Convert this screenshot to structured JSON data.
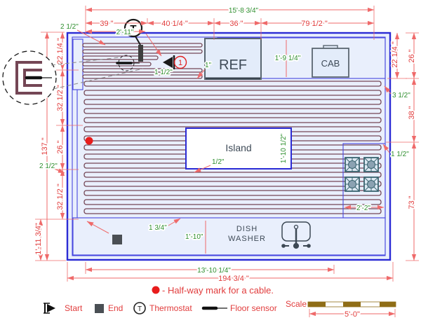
{
  "plan": {
    "ref_label": "REF",
    "cab_label": "CAB",
    "island_label": "Island",
    "dishwasher_line1": "DISH",
    "dishwasher_line2": "WASHER",
    "start_number": "1",
    "thermostat_letter": "T",
    "legend_thermostat_letter": "T"
  },
  "dims": {
    "top_overall": "15'-8 3/4\"",
    "top_39": "39 \"",
    "top_40": "40 1/4 \"",
    "top_36": "36 \"",
    "top_79": "79 1/2 \"",
    "top_2_11": "2'-11\"",
    "top_corner": "2 1/2\"",
    "left_22": "22 1/4 \"",
    "left_32a": "32 1/2 \"",
    "left_26": "26 \"",
    "left_32b": "32 1/2 \"",
    "left_overall": "137 \"",
    "left_bottom": "1'-11 3/4\"",
    "left_gap": "2 1/2\"",
    "right_22": "22 1/4 \"",
    "right_26": "26 \"",
    "right_gap_top": "3 1/2\"",
    "right_38": "38 \"",
    "right_gap_mid": "1 1/2\"",
    "right_73": "73 \"",
    "bottom_inner": "13'-10 1/4\"",
    "bottom_overall": "194 3/4 \"",
    "bottom_gap": "1 3/4\"",
    "bottom_band": "1'-10\"",
    "ref_gap": "1\"",
    "ref_cab_gap": "1'-9 1/4\"",
    "start_gap": "1 1/2\"",
    "island_gap": "1/2\"",
    "island_height": "1'-10 1/2\"",
    "stove_width": "2'-2\""
  },
  "legend": {
    "halfway": "- Half-way mark for a cable.",
    "start": "Start",
    "end": "End",
    "thermostat": "Thermostat",
    "floor_sensor": "Floor sensor",
    "scale_label": "Scale",
    "scale_length": "5'-0\""
  },
  "colors": {
    "wall_blue": "#2b2bd5",
    "cable_maroon": "#744655",
    "dim_line_red": "#ef6a6a",
    "dim_text_red": "#e13c3c",
    "note_green": "#2f8f2f",
    "floor_fill": "#e9effc",
    "island_fill": "#ffffff",
    "scale_brown": "#8f6d16",
    "halfway_dot_red": "#e81c1c",
    "label_dark": "#3e4a57"
  }
}
